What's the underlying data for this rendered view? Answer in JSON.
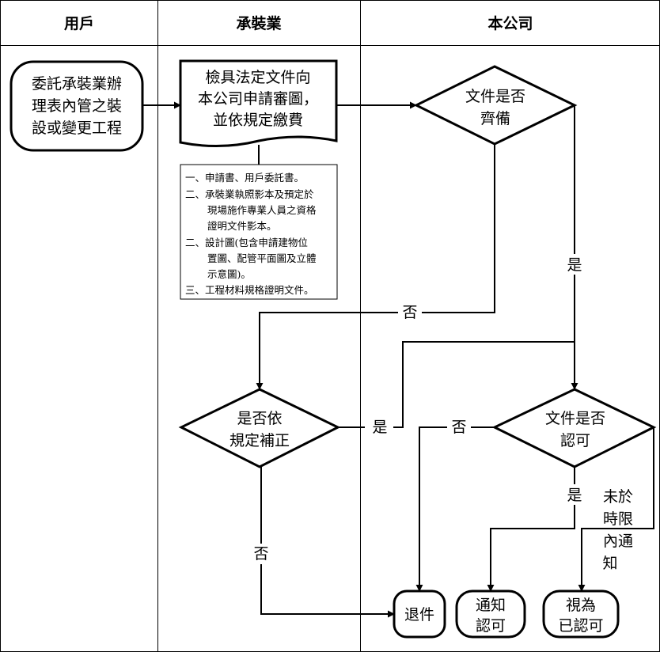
{
  "header": {
    "col1": "用戶",
    "col2": "承裝業",
    "col3": "本公司"
  },
  "nodes": {
    "start": [
      "委託承裝業辦",
      "理表內管之裝",
      "設或變更工程"
    ],
    "submit": [
      "檢具法定文件向",
      "本公司申請審圖，",
      "並依規定繳費"
    ],
    "docs_complete": [
      "文件是否",
      "齊備"
    ],
    "corrected": [
      "是否依",
      "規定補正"
    ],
    "docs_approved": [
      "文件是否",
      "認可"
    ],
    "return": "退件",
    "notify": [
      "通知",
      "認可"
    ],
    "deemed": [
      "視為",
      "已認可"
    ]
  },
  "note": [
    "一、申請書、用戶委託書。",
    "二、承裝業執照影本及預定於",
    "現場施作專業人員之資格",
    "證明文件影本。",
    "二、設計圖(包含申請建物位",
    "置圖、配管平面圖及立體",
    "示意圖)。",
    "三、工程材料規格證明文件。"
  ],
  "labels": {
    "yes_complete": "是",
    "no_complete": "否",
    "yes_corrected": "是",
    "no_corrected": "否",
    "no_approved": "否",
    "yes_approved": "是",
    "timeout": [
      "未於",
      "時限",
      "內通",
      "知"
    ]
  }
}
